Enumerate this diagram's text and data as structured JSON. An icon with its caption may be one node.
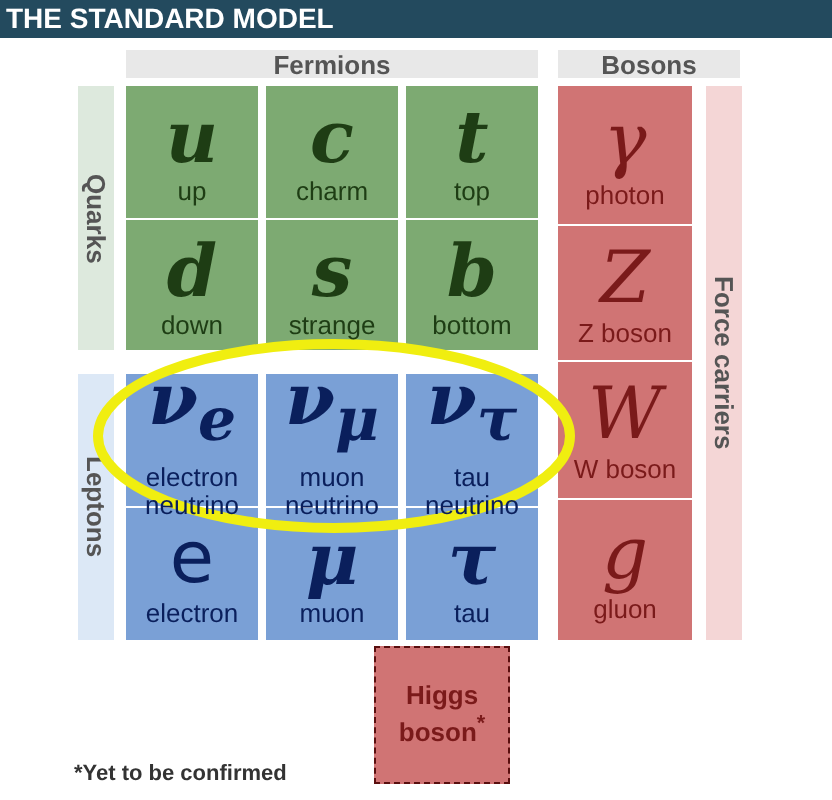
{
  "diagram": {
    "title": "THE STANDARD MODEL",
    "nodes": [
      {
        "text": [
          "Fermions"
        ]
      },
      {
        "text": [
          "Bosons"
        ]
      },
      {
        "text": [
          "Quarks"
        ]
      },
      {
        "text": [
          "u",
          "up"
        ]
      },
      {
        "text": [
          "c",
          "charm"
        ]
      },
      {
        "text": [
          "t",
          "top"
        ]
      },
      {
        "text": [
          "γ",
          "photon"
        ]
      },
      {
        "text": [
          "Force carriers"
        ]
      },
      {
        "text": [
          "d",
          "down"
        ]
      },
      {
        "text": [
          "s",
          "strange"
        ]
      },
      {
        "text": [
          "b",
          "bottom"
        ]
      },
      {
        "text": [
          "Z",
          "Z boson"
        ]
      },
      {
        "text": [
          "Leptons"
        ]
      },
      {
        "text": [
          "ν$_{e}$",
          "electron neutrino"
        ]
      },
      {
        "text": [
          "ν$_{μ}$",
          "muon neutrino"
        ]
      },
      {
        "text": [
          "ν$_{τ}$",
          "tau neutrino"
        ]
      },
      {
        "text": [
          "W",
          "W boson"
        ]
      },
      {
        "text": [
          "e",
          "electron"
        ]
      },
      {
        "text": [
          "μ",
          "muon"
        ]
      },
      {
        "text": [
          "τ",
          "tau"
        ]
      },
      {
        "text": [
          "g",
          "gluon"
        ]
      },
      {
        "text": [
          "Higgs boson$^{*}$"
        ]
      }
    ],
    "labels": [
      "*Yet to be confirmed"
    ]
  }
}
